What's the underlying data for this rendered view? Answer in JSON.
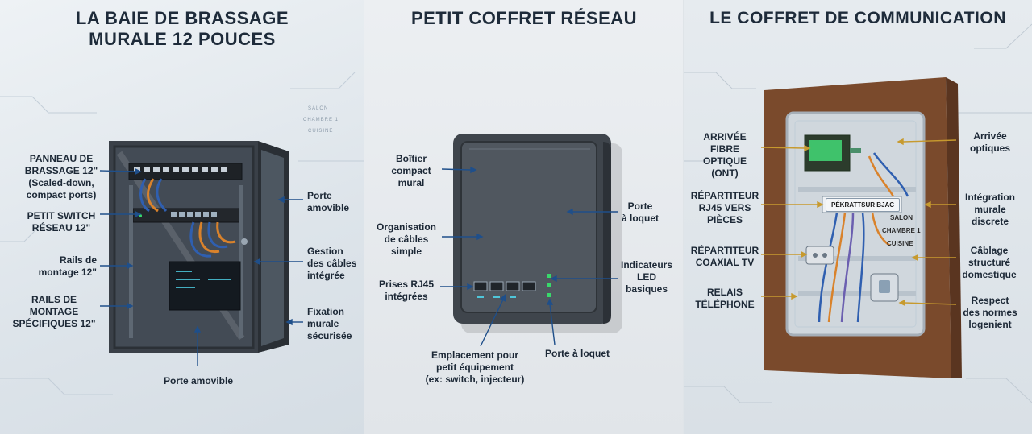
{
  "panels": {
    "rack": {
      "title": "LA BAIE DE BRASSAGE\nMURALE 12 POUCES",
      "labels": {
        "patch_panel": "PANNEAU DE\nBRASSAGE 12\"\n(Scaled-down,\ncompact ports)",
        "switch": "PETIT SWITCH\nRÉSEAU 12\"",
        "rails": "Rails de\nmontage 12\"",
        "rails_specific": "RAILS DE\nMONTAGE\nSPÉCIFIQUES 12\"",
        "door_right": "Porte\namovible",
        "cable_mgmt": "Gestion\ndes câbles\nintégrée",
        "wall_mount": "Fixation\nmurale\nsécurisée",
        "door_bottom": "Porte amovible"
      },
      "micro_text": [
        "SALON",
        "CHAMBRE 1",
        "CUISINE"
      ]
    },
    "small_box": {
      "title": "PETIT COFFRET RÉSEAU",
      "labels": {
        "housing": "Boîtier\ncompact\nmural",
        "cable_org": "Organisation\nde câbles\nsimple",
        "rj45": "Prises RJ45\nintégrées",
        "door_latch": "Porte\nà loquet",
        "leds": "Indicateurs\nLED\nbasiques",
        "equipment": "Emplacement pour\npetit équipement\n(ex: switch, injecteur)",
        "door_latch_bottom": "Porte à loquet"
      }
    },
    "comm_box": {
      "title": "LE COFFRET DE COMMUNICATION",
      "labels": {
        "fiber_in": "ARRIVÉE\nFIBRE OPTIQUE\n(ONT)",
        "rj45_dist": "RÉPARTITEUR\nRJ45 VERS\nPIÈCES",
        "coax_dist": "RÉPARTITEUR\nCOAXIAL TV",
        "phone_relay": "RELAIS\nTÉLÉPHONE",
        "optical_in": "Arrivée\noptiques",
        "integration": "Intégration\nmurale\ndiscrete",
        "structured": "Câblage\nstructuré\ndomestique",
        "standards": "Respect\ndes normes\nlogenient"
      },
      "module_label": "PÉKRATTSUR BJAC",
      "room_tags": [
        "SALON",
        "CHAMBRE 1",
        "CUISINE"
      ]
    }
  },
  "colors": {
    "title": "#1e2b3a",
    "arrow": "#1f4f8a",
    "accent_cyan": "#4fd3e8",
    "wood": "#7a4a2c",
    "cable_blue": "#2f5fb0",
    "cable_orange": "#d9822b",
    "led_green": "#38d96b"
  }
}
